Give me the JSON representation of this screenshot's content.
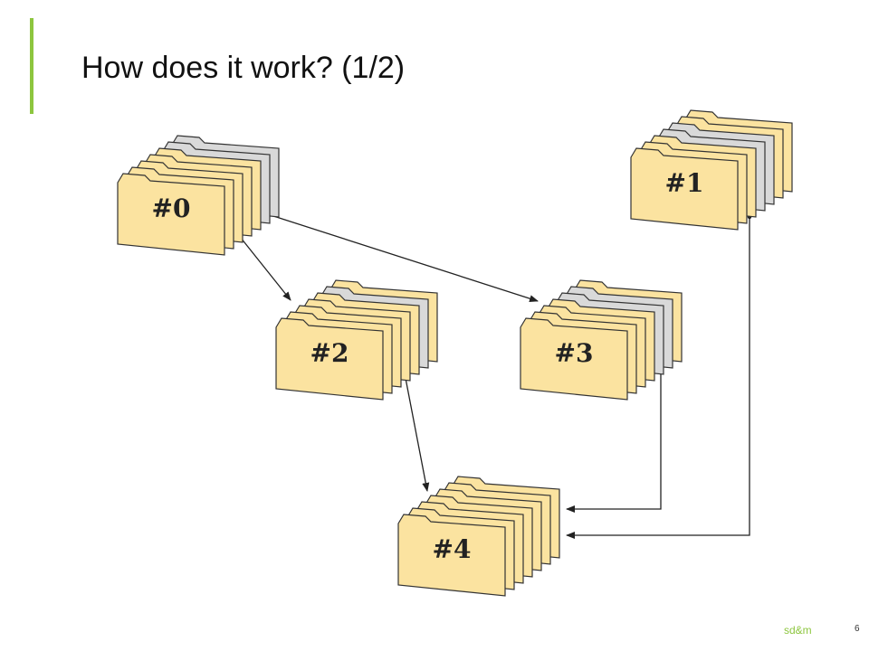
{
  "slide": {
    "title": "How does it work? (1/2)",
    "brand": "sd&m",
    "page_number": "6",
    "accent_color": "#8dc63f"
  },
  "diagram": {
    "folder_color": "#fbe3a0",
    "separator_color": "#d9d9d9",
    "nodes": [
      {
        "id": "n0",
        "label": "#0"
      },
      {
        "id": "n1",
        "label": "#1"
      },
      {
        "id": "n2",
        "label": "#2"
      },
      {
        "id": "n3",
        "label": "#3"
      },
      {
        "id": "n4",
        "label": "#4"
      }
    ],
    "edges": [
      {
        "from": "#0",
        "to": "#2"
      },
      {
        "from": "#0",
        "to": "#3"
      },
      {
        "from": "#2",
        "to": "#4"
      },
      {
        "from": "#3",
        "to": "#4"
      },
      {
        "from": "#1",
        "to": "#4"
      }
    ]
  }
}
